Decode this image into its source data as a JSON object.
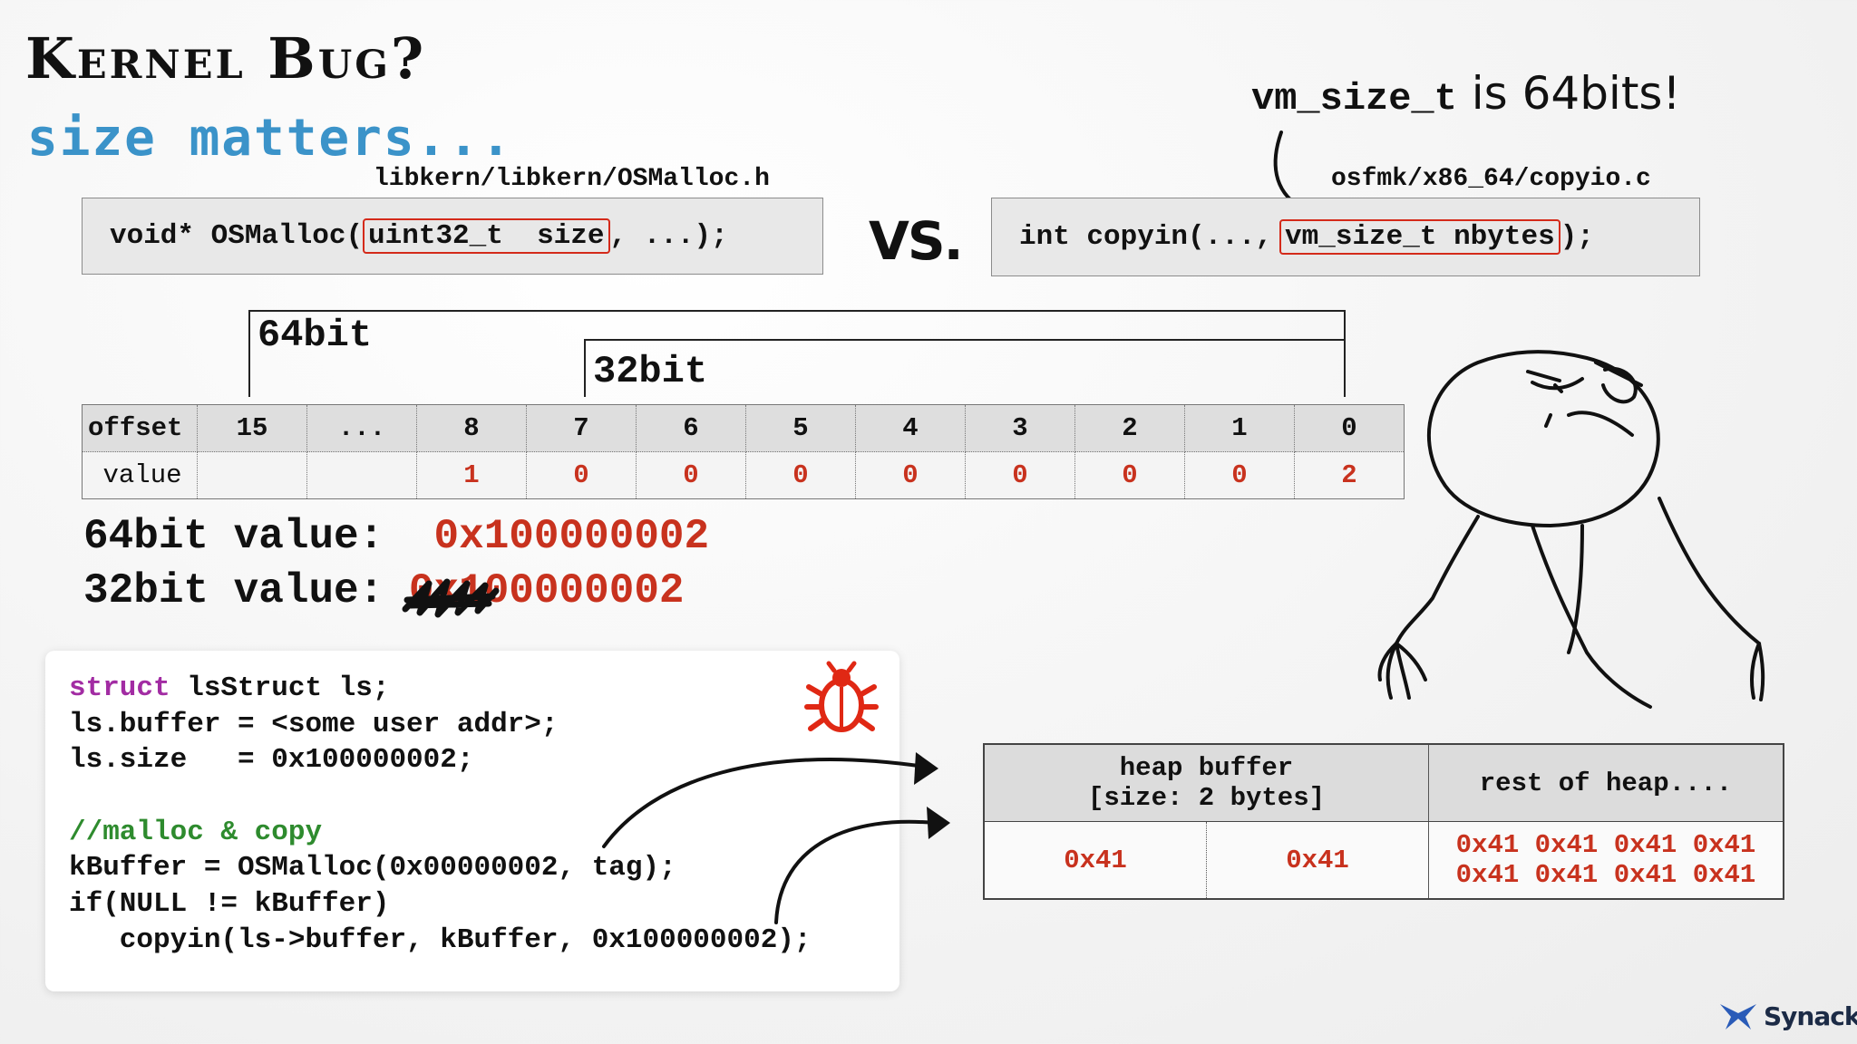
{
  "title": "Kernel Bug?",
  "subtitle": "size matters...",
  "left_decl": {
    "file": "libkern/libkern/OSMalloc.h",
    "prefix": "void* OSMalloc(",
    "param": "uint32_t  size",
    "suffix": ", ...);"
  },
  "vs_label": "VS.",
  "right_decl": {
    "file": "osfmk/x86_64/copyio.c",
    "prefix": "int copyin(...,",
    "param": "vm_size_t nbytes",
    "suffix": ");"
  },
  "annotation": {
    "code": "vm_size_t",
    "text": " is 64bits!"
  },
  "brackets": {
    "b64": "64bit",
    "b32": "32bit"
  },
  "byte_table": {
    "row_labels": [
      "offset",
      "value"
    ],
    "offsets": [
      "15",
      "...",
      "8",
      "7",
      "6",
      "5",
      "4",
      "3",
      "2",
      "1",
      "0"
    ],
    "values": [
      "",
      "",
      "1",
      "0",
      "0",
      "0",
      "0",
      "0",
      "0",
      "0",
      "2"
    ]
  },
  "values": {
    "v64_label": "64bit value:",
    "v64": "0x100000002",
    "v32_label": "32bit value:",
    "v32_struck": "0x1",
    "v32": "00000002"
  },
  "code": {
    "l1_kw": "struct",
    "l1_rest": " lsStruct ls;",
    "l2": "ls.buffer = <some user addr>;",
    "l3": "ls.size   = 0x100000002;",
    "l5": "//malloc & copy",
    "l6": "kBuffer = OSMalloc(0x00000002, tag);",
    "l7": "if(NULL != kBuffer)",
    "l8": "   copyin(ls->buffer, kBuffer, 0x100000002);"
  },
  "heap_table": {
    "head_buffer_l1": "heap buffer",
    "head_buffer_l2": "[size: 2 bytes]",
    "head_rest": "rest of heap....",
    "cell1": "0x41",
    "cell2": "0x41",
    "rest_l1": "0x41 0x41 0x41 0x41",
    "rest_l2": "0x41 0x41 0x41 0x41"
  },
  "brand": "Synack",
  "colors": {
    "accent_blue": "#3b93c9",
    "value_red": "#c8321e",
    "keyword_purple": "#a22ca3",
    "comment_green": "#2e8b2e"
  },
  "icons": [
    "bug-icon",
    "curved-arrow-icon",
    "synack-logo-icon",
    "rage-face-drawing"
  ]
}
